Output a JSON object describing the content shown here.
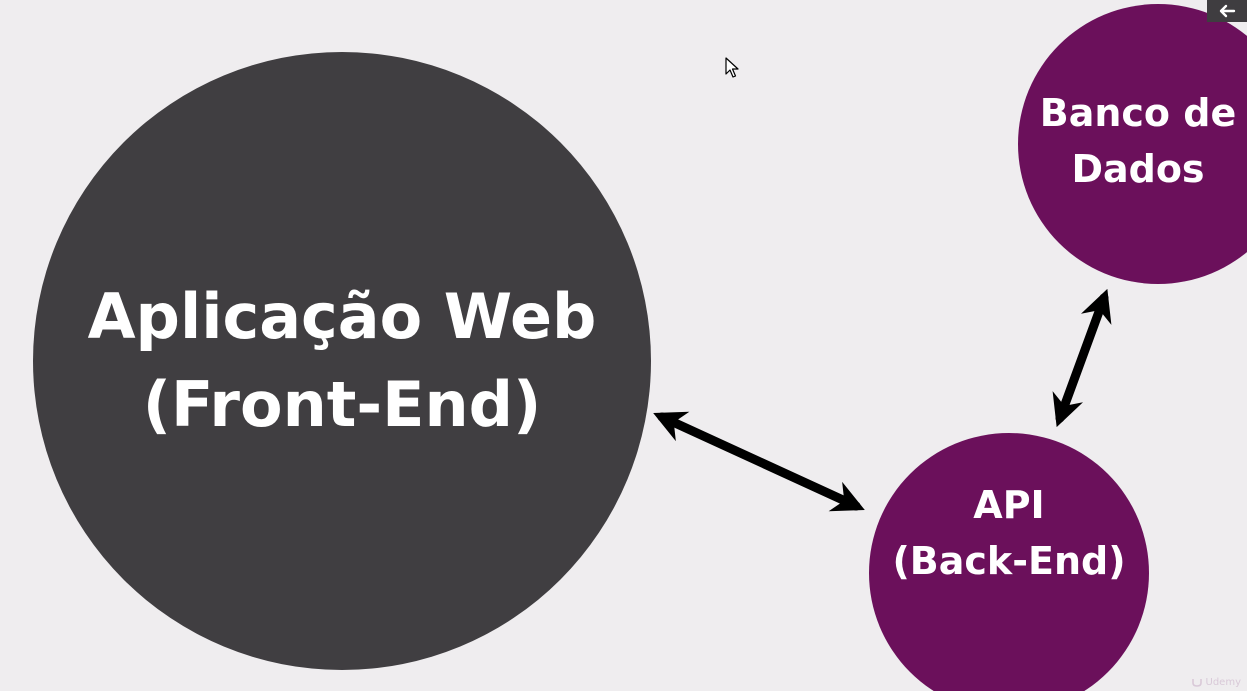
{
  "nodes": {
    "frontend": {
      "line1": "Aplicação Web",
      "line2": "(Front-End)",
      "color": "#403e41"
    },
    "api": {
      "line1": "API",
      "line2": "(Back-End)",
      "color": "#6b105b"
    },
    "database": {
      "line1": "Banco de",
      "line2": "Dados",
      "color": "#6b105b"
    }
  },
  "edges": [
    {
      "from": "frontend",
      "to": "api",
      "type": "bidirectional-arrow"
    },
    {
      "from": "api",
      "to": "database",
      "type": "bidirectional-arrow"
    }
  ],
  "colors": {
    "background": "#efedef",
    "arrow": "#000000",
    "text": "#ffffff"
  },
  "icons": {
    "cursor": "mouse-pointer-icon",
    "back": "back-arrow-icon",
    "brand": "udemy-logo-icon"
  },
  "watermark": {
    "text": "Udemy"
  }
}
